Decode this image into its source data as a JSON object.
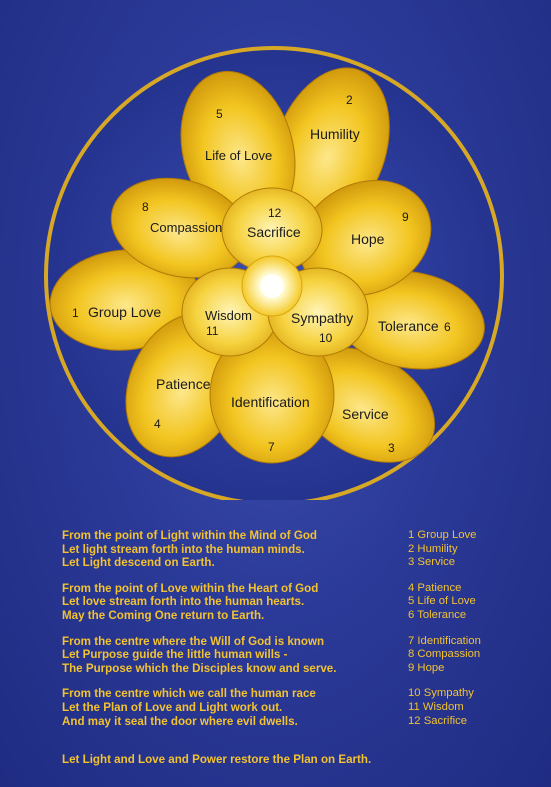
{
  "petals": {
    "p1": {
      "number": "1",
      "label": "Group Love"
    },
    "p2": {
      "number": "2",
      "label": "Humility"
    },
    "p3": {
      "number": "3",
      "label": "Service"
    },
    "p4": {
      "number": "4",
      "label": "Patience"
    },
    "p5": {
      "number": "5",
      "label": "Life of Love"
    },
    "p6": {
      "number": "6",
      "label": "Tolerance"
    },
    "p7": {
      "number": "7",
      "label": "Identification"
    },
    "p8": {
      "number": "8",
      "label": "Compassion"
    },
    "p9": {
      "number": "9",
      "label": "Hope"
    },
    "p10": {
      "number": "10",
      "label": "Sympathy"
    },
    "p11": {
      "number": "11",
      "label": "Wisdom"
    },
    "p12": {
      "number": "12",
      "label": "Sacrifice"
    }
  },
  "prayer": [
    [
      "From the point of Light within the Mind of God",
      "Let light stream forth into the human minds.",
      "Let Light descend on Earth."
    ],
    [
      "From the point of Love within the Heart of God",
      "Let love stream forth into the human hearts.",
      "May the Coming One return to Earth."
    ],
    [
      "From the centre where the Will of God is known",
      "Let Purpose guide the little human wills -",
      "The Purpose which the Disciples know and serve."
    ],
    [
      "From the centre which we call the human race",
      "Let the Plan of Love and Light work out.",
      "And may it seal the door where evil dwells."
    ]
  ],
  "closing_line": "Let Light and Love and Power restore the Plan on Earth.",
  "legend": [
    [
      "1  Group Love",
      "2  Humility",
      "3  Service"
    ],
    [
      "4  Patience",
      "5  Life of Love",
      "6  Tolerance"
    ],
    [
      "7  Identification",
      "8  Compassion",
      "9  Hope"
    ],
    [
      "10 Sympathy",
      "11 Wisdom",
      "12 Sacrifice"
    ]
  ],
  "colors": {
    "background": "#2b3a98",
    "petal": "#f0c418",
    "text_gold": "#f2c230"
  }
}
